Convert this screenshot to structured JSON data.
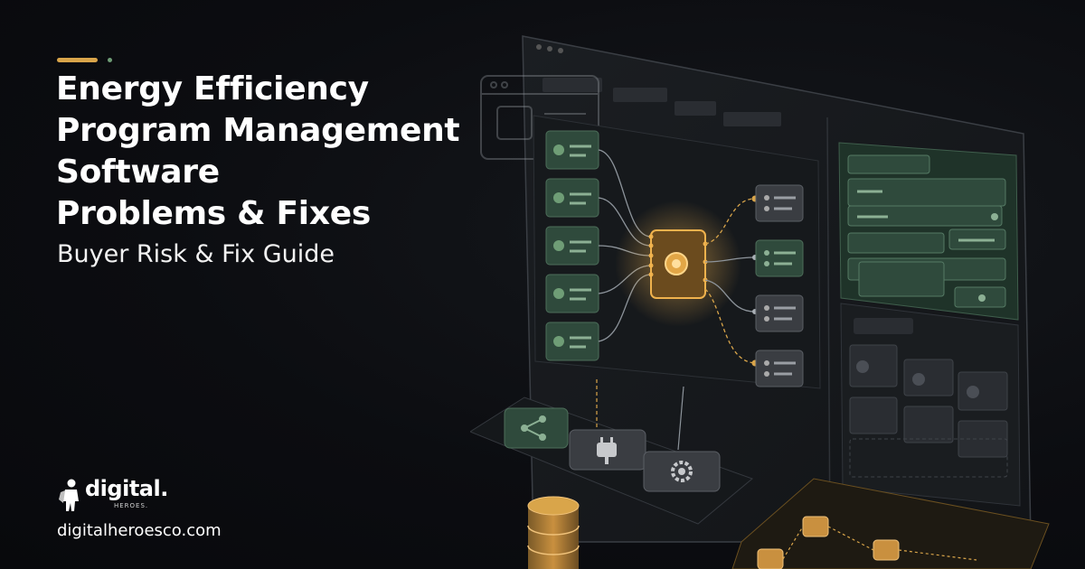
{
  "title_lines": [
    "Energy Efficiency",
    "Program Management",
    "Software",
    "Problems & Fixes"
  ],
  "subtitle": "Buyer Risk & Fix Guide",
  "logo": {
    "word": "digital.",
    "sub": "HEROES."
  },
  "website": "digitalheroesco.com",
  "colors": {
    "accent": "#d9a54a",
    "dot": "#6f9d76",
    "panel_green": "#2f4a3c",
    "glow": "#f0b24d"
  }
}
